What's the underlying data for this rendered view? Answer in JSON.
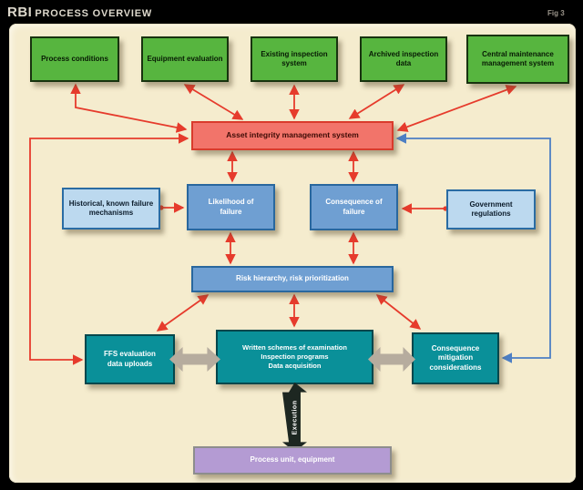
{
  "header": {
    "title_main": "RBI",
    "title_rest": "PROCESS OVERVIEW",
    "fig_label": "Fig 3"
  },
  "colors": {
    "background": "#000000",
    "panel": "#f5ecce",
    "source_green": "#57b53f",
    "aims_red": "#f2746a",
    "info_light_blue": "#bcd9ef",
    "analysis_blue": "#6f9fd2",
    "action_teal": "#0a9099",
    "unit_purple": "#b49bd3",
    "red_connector": "#e63b2c",
    "blue_connector": "#4d7fc4",
    "gray_arrow": "#b6ac9e",
    "execution_black": "#1d2721"
  },
  "nodes": {
    "sources": [
      "Process conditions",
      "Equipment evaluation",
      "Existing inspection system",
      "Archived inspection data",
      "Central maintenance management system"
    ],
    "aims": "Asset integrity management system",
    "historical": "Historical, known failure mechanisms",
    "likelihood": "Likelihood of failure",
    "consequence": "Consequence of failure",
    "government": "Government regulations",
    "risk_bar": "Risk hierarchy, risk prioritization",
    "ffs": "FFS evaluation data uploads",
    "written_lines": [
      "Written schemes of examination",
      "Inspection programs",
      "Data acquisition"
    ],
    "mitigation": "Consequence mitigation considerations",
    "execution": "Execution",
    "process_unit": "Process unit, equipment"
  }
}
